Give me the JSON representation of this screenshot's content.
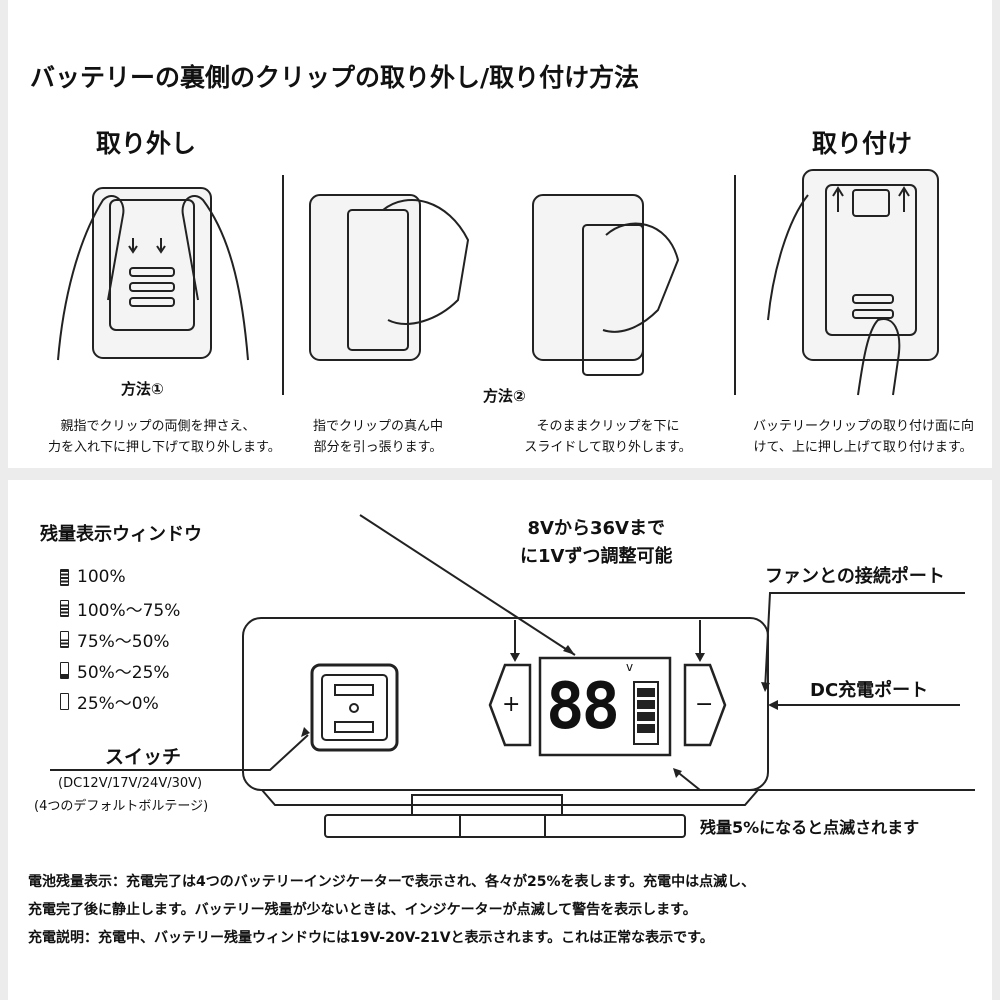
{
  "top": {
    "title": "バッテリーの裏側のクリップの取り外し/取り付け方法",
    "remove_heading": "取り外し",
    "attach_heading": "取り付け",
    "method1": "方法①",
    "method2": "方法②",
    "steps": [
      {
        "line1": "親指でクリップの両側を押さえ、",
        "line2": "力を入れ下に押し下げて取り外します。"
      },
      {
        "line1": "指でクリップの真ん中",
        "line2": "部分を引っ張ります。"
      },
      {
        "line1": "そのままクリップを下に",
        "line2": "スライドして取り外します。"
      },
      {
        "line1": "バッテリークリップの取り付け面に向",
        "line2": "けて、上に押し上げて取り付けます。"
      }
    ]
  },
  "bottom": {
    "window_label": "残量表示ウィンドウ",
    "levels": [
      {
        "label": "100%",
        "bars": 4
      },
      {
        "label": "100%〜75%",
        "bars": 3
      },
      {
        "label": "75%〜50%",
        "bars": 2
      },
      {
        "label": "50%〜25%",
        "bars": 1
      },
      {
        "label": "25%〜0%",
        "bars": 0
      }
    ],
    "voltage_adjust_line1": "8Vから36Vまで",
    "voltage_adjust_line2": "に1Vずつ調整可能",
    "fan_port": "ファンとの接続ポート",
    "dc_port": "DC充電ポート",
    "switch_label": "スイッチ",
    "switch_voltages": "(DC12V/17V/24V/30V)",
    "switch_default": "(4つのデフォルトボルテージ)",
    "blink_note": "残量5%になると点滅されます",
    "display_digits": "88",
    "display_unit": "v",
    "plus": "+",
    "minus": "−",
    "notes": [
      "電池残量表示：充電完了は4つのバッテリーインジケーターで表示され、各々が25%を表します。充電中は点滅し、",
      "充電完了後に静止します。バッテリー残量が少ないときは、インジケーターが点滅して警告を表示します。",
      "充電説明：充電中、バッテリー残量ウィンドウには19V-20V-21Vと表示されます。これは正常な表示です。"
    ]
  }
}
